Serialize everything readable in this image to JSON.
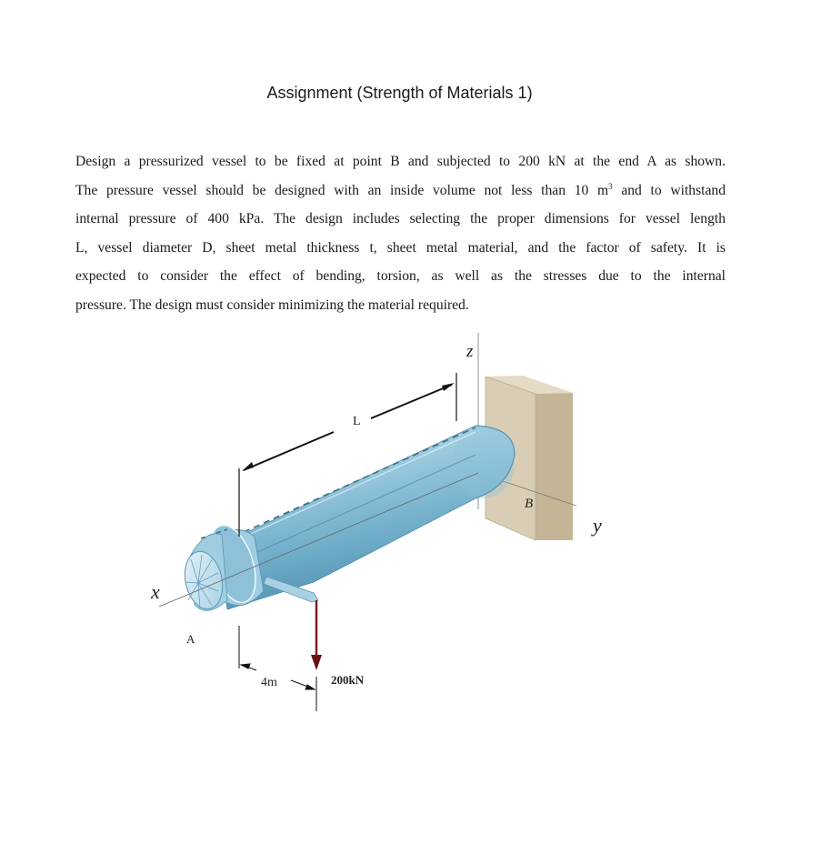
{
  "document": {
    "title": "Assignment (Strength of Materials 1)",
    "paragraph": {
      "lines": [
        "Design a pressurized vessel to be fixed at point B and subjected to 200 kN at the end A as shown.",
        "The pressure vessel should be designed with an inside volume not less than 10 m",
        "internal pressure of 400 kPa. The design includes selecting the proper dimensions for vessel length",
        "L, vessel diameter D, sheet metal thickness t, sheet metal material, and the factor of safety. It is",
        "expected to consider the effect of bending, torsion, as well as the stresses due to the internal",
        "pressure. The design must consider minimizing the material required."
      ],
      "line2_superscript": "3",
      "line2_suffix": " and to withstand"
    }
  },
  "figure": {
    "labels": {
      "axis_x": "x",
      "axis_y": "y",
      "axis_z": "z",
      "point_a": "A",
      "point_b": "B",
      "length": "L",
      "offset_dim": "4m",
      "load": "200kN"
    },
    "colors": {
      "vessel": "#8fc3da",
      "vessel_dark": "#5e9fbd",
      "vessel_light": "#c8e4f0",
      "wall": "#d8ccb4",
      "wall_side": "#c9bb9f",
      "load_arrow": "#7a1515",
      "dim_line": "#111111"
    }
  }
}
